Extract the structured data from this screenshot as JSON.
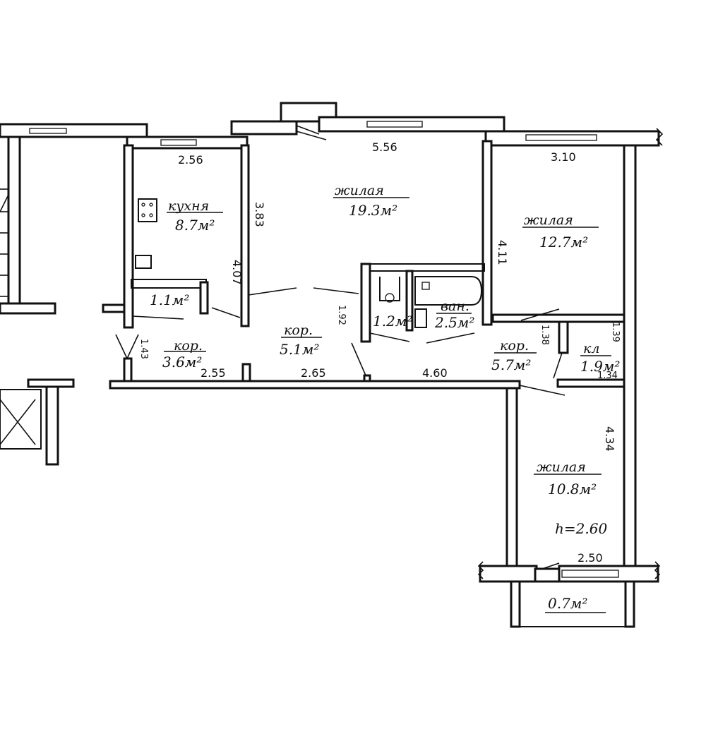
{
  "rooms": {
    "kitchen": {
      "name": "кухня",
      "area": "8.7м²"
    },
    "living_main": {
      "name": "жилая",
      "area": "19.3м²"
    },
    "living_right": {
      "name": "жилая",
      "area": "12.7м²"
    },
    "living_bottom": {
      "name": "жилая",
      "area": "10.8м²"
    },
    "pantry_kitchen": {
      "area": "1.1м²"
    },
    "corridor_left": {
      "name": "кор.",
      "area": "3.6м²"
    },
    "corridor_center": {
      "name": "кор.",
      "area": "5.1м²"
    },
    "corridor_right": {
      "name": "кор.",
      "area": "5.7м²"
    },
    "wc": {
      "area": "1.2м²"
    },
    "bath": {
      "name": "ван.",
      "area": "2.5м²"
    },
    "closet": {
      "name": "кл",
      "area": "1.9м²"
    },
    "balcony": {
      "area": "0.7м²"
    }
  },
  "dimensions": {
    "kitchen_width": "2.56",
    "kitchen_depth": "4.07",
    "main_width": "5.56",
    "main_depth": "3.83",
    "right_width": "3.10",
    "right_depth": "4.11",
    "bottom_depth": "4.34",
    "bottom_window": "2.50",
    "ceiling_height": "h=2.60",
    "corridor_seg1": "2.55",
    "corridor_seg2": "2.65",
    "corridor_seg3": "4.60",
    "corridor_left_width": "1.43",
    "corridor_center_width": "1.92",
    "corridor_right_width": "1.38",
    "closet_depth": "1.34",
    "closet_width": "1.39"
  }
}
